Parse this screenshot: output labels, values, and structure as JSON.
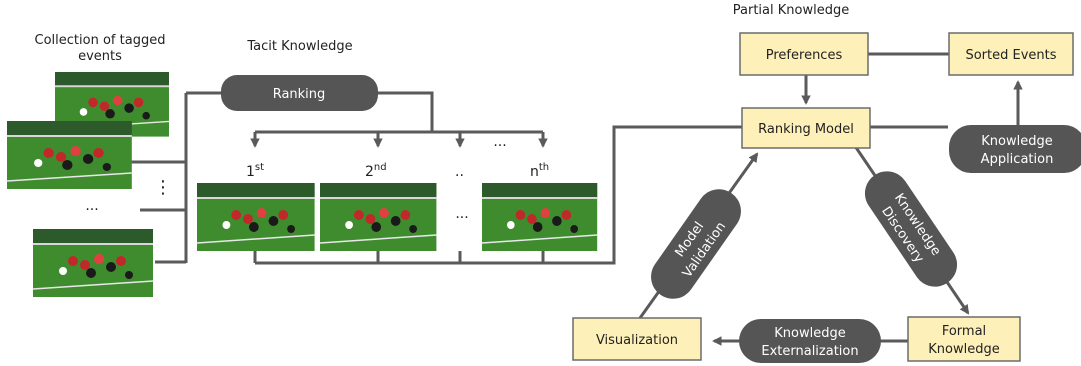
{
  "labels": {
    "collection_line1": "Collection of tagged",
    "collection_line2": "events",
    "tacit_knowledge": "Tacit Knowledge",
    "partial_knowledge": "Partial Knowledge",
    "ellipsis_vertical": "⋮",
    "ellipsis_h": "···",
    "dots_small": "··"
  },
  "ranks": [
    {
      "base": "1",
      "sup": "st"
    },
    {
      "base": "2",
      "sup": "nd"
    },
    {
      "base": "..",
      "sup": ""
    },
    {
      "base": "n",
      "sup": "th"
    }
  ],
  "rank_dots": "···",
  "pills": {
    "ranking": "Ranking",
    "knowledge_application_1": "Knowledge",
    "knowledge_application_2": "Application",
    "knowledge_discovery_1": "Knowledge",
    "knowledge_discovery_2": "Discovery",
    "model_validation_1": "Model",
    "model_validation_2": "Validation",
    "knowledge_externalization_1": "Knowledge",
    "knowledge_externalization_2": "Externalization"
  },
  "boxes": {
    "preferences": "Preferences",
    "sorted_events": "Sorted Events",
    "ranking_model": "Ranking Model",
    "visualization": "Visualization",
    "formal_knowledge_1": "Formal",
    "formal_knowledge_2": "Knowledge"
  },
  "colors": {
    "box_fill": "#fdf0b8",
    "box_stroke": "#6b6b6b",
    "pill_fill": "#555555",
    "line": "#5a5a5a",
    "pitch": "#3e8a2e"
  }
}
